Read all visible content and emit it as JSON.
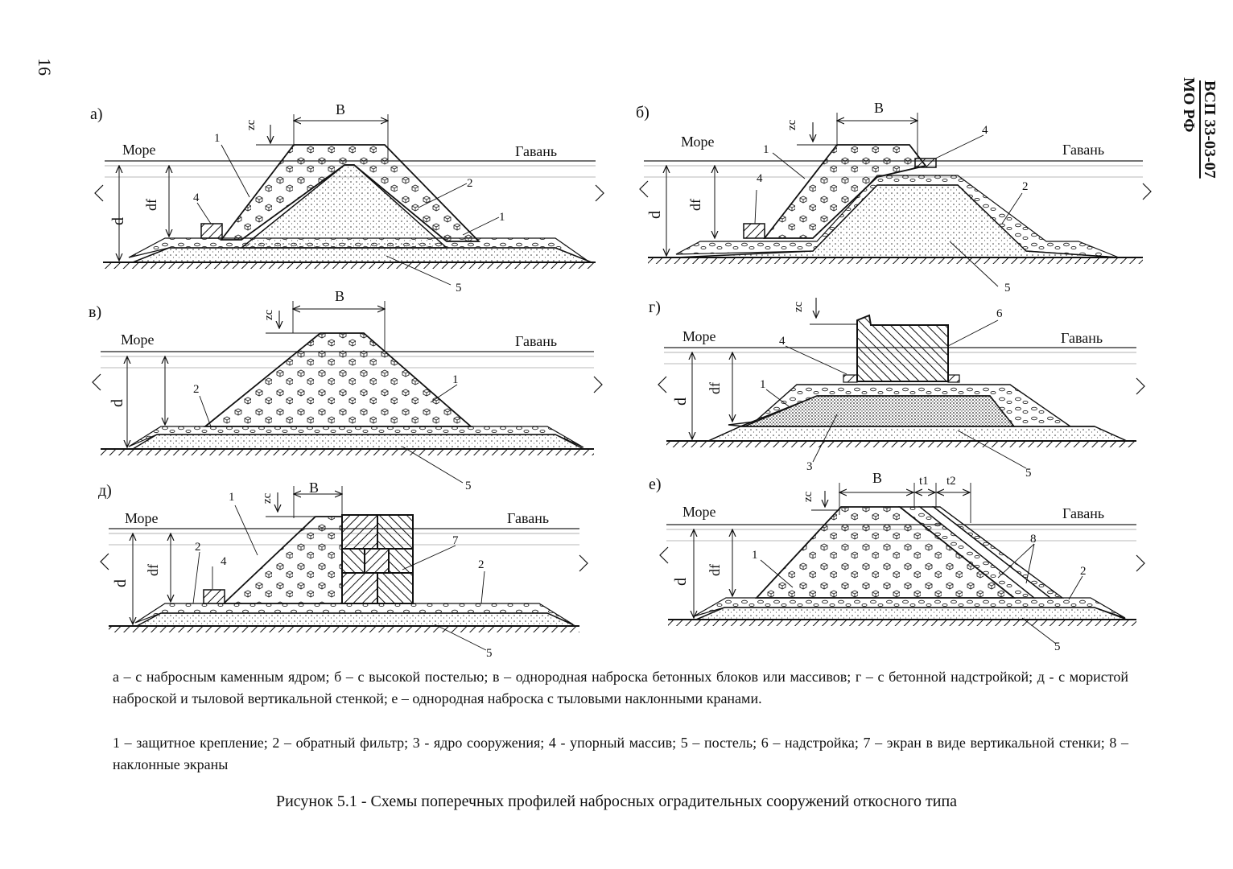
{
  "header": {
    "page_number": "16",
    "document_code": "ВСП 33-03-07",
    "organization": "МО РФ"
  },
  "diagrams": [
    {
      "letter": "а)",
      "sea": "Море",
      "harbor": "Гавань",
      "dims": {
        "B": "B",
        "z": "zc",
        "df": "df",
        "d": "d"
      },
      "callouts": [
        "1",
        "2",
        "1",
        "4",
        "5"
      ]
    },
    {
      "letter": "б)",
      "sea": "Море",
      "harbor": "Гавань",
      "dims": {
        "B": "B",
        "z": "zc",
        "df": "df",
        "d": "d"
      },
      "callouts": [
        "1",
        "4",
        "4",
        "2",
        "5"
      ]
    },
    {
      "letter": "в)",
      "sea": "Море",
      "harbor": "Гавань",
      "dims": {
        "B": "B",
        "z": "zc",
        "d": "d"
      },
      "callouts": [
        "2",
        "1",
        "5"
      ]
    },
    {
      "letter": "г)",
      "sea": "Море",
      "harbor": "Гавань",
      "dims": {
        "z": "zc",
        "df": "df",
        "d": "d"
      },
      "callouts": [
        "6",
        "4",
        "1",
        "3",
        "5"
      ]
    },
    {
      "letter": "д)",
      "sea": "Море",
      "harbor": "Гавань",
      "dims": {
        "B": "B",
        "z": "zc",
        "df": "df",
        "d": "d"
      },
      "callouts": [
        "1",
        "2",
        "4",
        "7",
        "2",
        "5"
      ]
    },
    {
      "letter": "е)",
      "sea": "Море",
      "harbor": "Гавань",
      "dims": {
        "B": "B",
        "t1": "t1",
        "t2": "t2",
        "z": "zc",
        "df": "df",
        "d": "d"
      },
      "callouts": [
        "1",
        "8",
        "2",
        "5"
      ]
    }
  ],
  "caption": {
    "types": "а – с набросным каменным ядром; б – с высокой постелью; в – однородная наброска бетонных блоков или массивов; г – с бетонной надстройкой; д - с мористой наброской и тыловой вертикальной стенкой; е – однородная наброска с тыловыми наклонными кранами.",
    "legend": "1 – защитное крепление; 2 – обратный фильтр; 3 - ядро сооружения; 4 - упорный массив; 5 – постель; 6 – надстройка; 7 – экран в виде вертикальной стенки; 8 – наклонные экраны"
  },
  "figure_title": "Рисунок 5.1 - Схемы поперечных профилей набросных оградительных сооружений откосного типа"
}
